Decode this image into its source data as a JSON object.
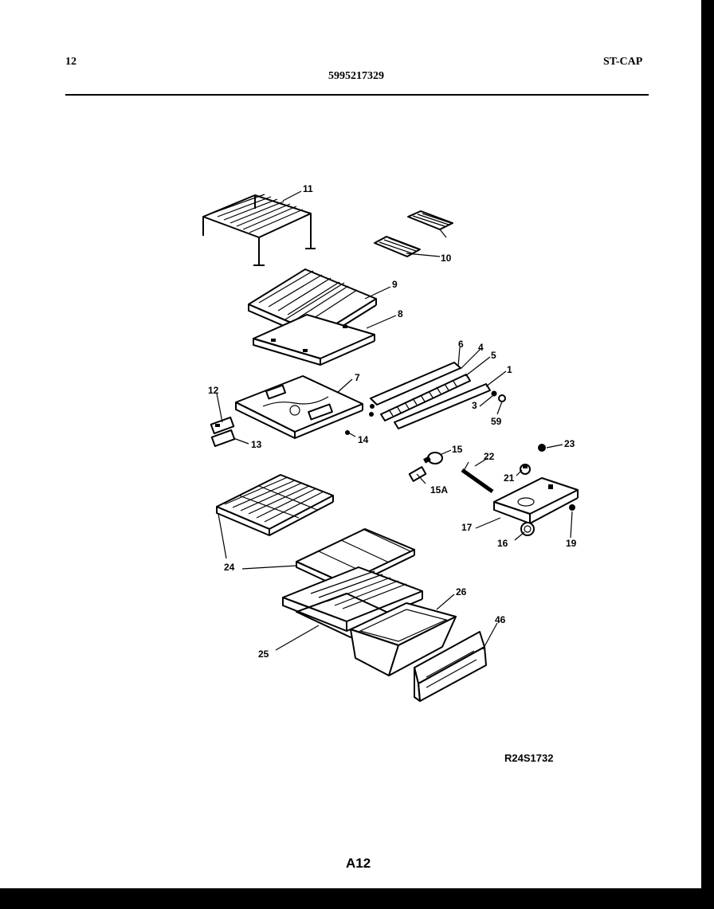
{
  "header": {
    "page_number": "12",
    "part_number": "5995217329",
    "section_code": "ST-CAP"
  },
  "diagram": {
    "reference_code": "R24S1732",
    "page_label": "A12",
    "callouts": {
      "c11": "11",
      "c10": "10",
      "c9": "9",
      "c8": "8",
      "c6": "6",
      "c4": "4",
      "c5": "5",
      "c1": "1",
      "c3": "3",
      "c59": "59",
      "c7": "7",
      "c12": "12",
      "c13": "13",
      "c14": "14",
      "c15": "15",
      "c15a": "15A",
      "c22": "22",
      "c23": "23",
      "c21": "21",
      "c17": "17",
      "c16": "16",
      "c19": "19",
      "c24": "24",
      "c26": "26",
      "c46": "46",
      "c25": "25"
    }
  }
}
